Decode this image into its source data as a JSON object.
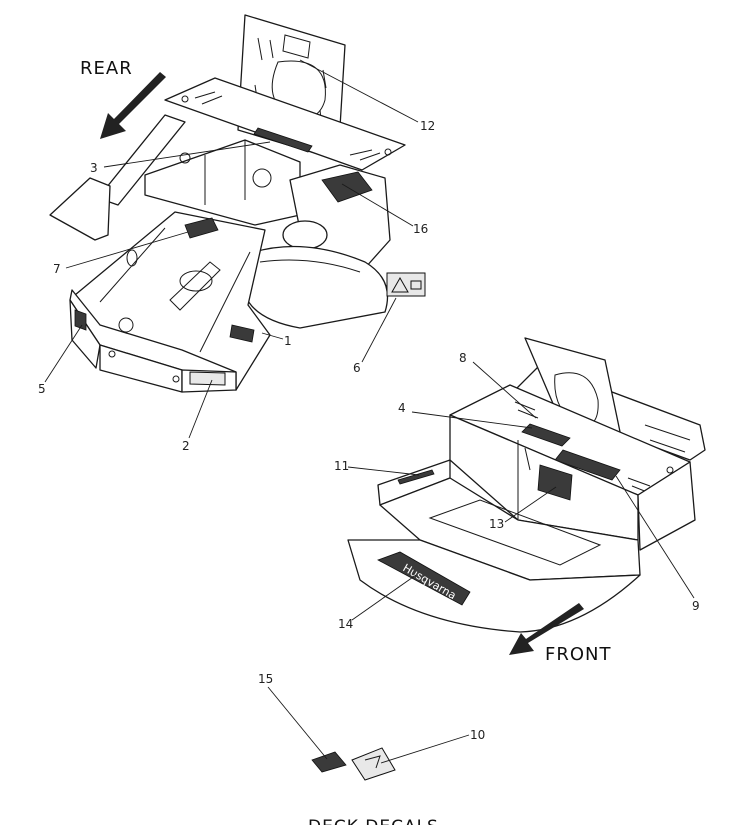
{
  "labels": {
    "rear": "REAR",
    "front": "FRONT",
    "title": "DECK DECALS",
    "brand": "Husqvarna"
  },
  "callouts": [
    "1",
    "2",
    "3",
    "4",
    "5",
    "6",
    "7",
    "8",
    "9",
    "10",
    "11",
    "12",
    "13",
    "14",
    "15",
    "16"
  ]
}
